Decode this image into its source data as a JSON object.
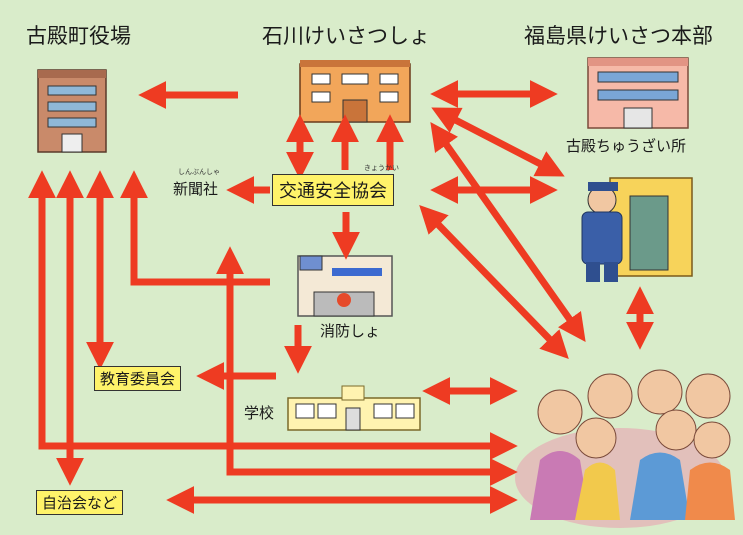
{
  "nodes": {
    "town_office": "古殿町役場",
    "police_station": "石川けいさつしょ",
    "prefectural_hq": "福島県けいさつ本部",
    "police_box": "古殿ちゅうざい所",
    "safety_assoc": "交通安全協会",
    "safety_assoc_ruby": "きょうかい",
    "newspaper": "新聞社",
    "newspaper_ruby": "しんぶんしゃ",
    "fire_station": "消防しょ",
    "education_board": "教育委員会",
    "school": "学校",
    "neighborhood": "自治会など"
  },
  "colors": {
    "background": "#d9ecca",
    "arrow": "#ee3b22",
    "label_box": "#fff36a"
  }
}
